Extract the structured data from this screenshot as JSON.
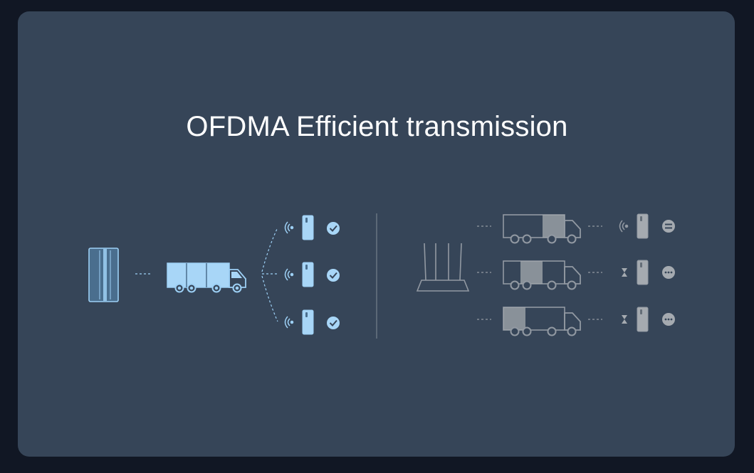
{
  "title": "OFDMA Efficient transmission",
  "colors": {
    "background": "#111724",
    "panel": "#364558",
    "accent": "#9dd0f5",
    "accent_fill": "#a8d6f7",
    "muted": "#9ca3ab",
    "muted_fill": "#b2b6ba"
  },
  "left_diagram": {
    "source_icon": "router-tower-icon",
    "vehicle_icon": "delivery-truck-icon",
    "device_icon": "smartphone-icon",
    "signal_icon": "wifi-signal-icon",
    "status_icon": "check-circle-icon",
    "device_count": 3
  },
  "right_diagram": {
    "source_icon": "router-antennas-icon",
    "vehicle_icon": "delivery-truck-icon",
    "device_icon": "smartphone-icon",
    "status_icons": [
      "transfer-icon",
      "more-icon",
      "more-icon"
    ],
    "signal_icons": [
      "wifi-signal-icon",
      "hourglass-icon",
      "hourglass-icon"
    ],
    "device_count": 3
  }
}
